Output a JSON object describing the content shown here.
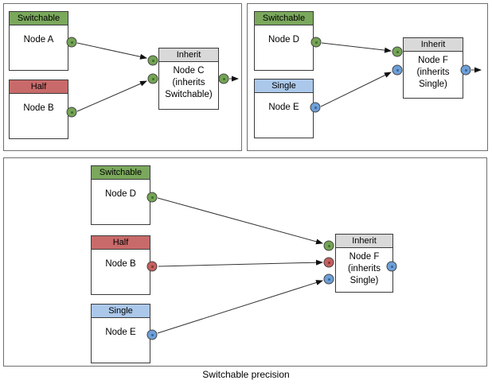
{
  "caption": "Switchable precision",
  "colors": {
    "switchable_header": "#7aa85c",
    "half_header": "#c96a6a",
    "single_header": "#abc8ea",
    "inherit_header": "#d9d9d9",
    "port_green": "#74a455",
    "port_red": "#c55f5f",
    "port_blue": "#6d9fd8",
    "wire": "#333333"
  },
  "panels": {
    "top_left": {
      "node_a": {
        "header": "Switchable",
        "label": "Node A"
      },
      "node_b": {
        "header": "Half",
        "label": "Node B"
      },
      "node_c": {
        "header": "Inherit",
        "body": "Node C\n(inherits\nSwitchable)"
      }
    },
    "top_right": {
      "node_d": {
        "header": "Switchable",
        "label": "Node D"
      },
      "node_e": {
        "header": "Single",
        "label": "Node E"
      },
      "node_f": {
        "header": "Inherit",
        "body": "Node F\n(inherits\nSingle)"
      }
    },
    "bottom": {
      "node_d": {
        "header": "Switchable",
        "label": "Node D"
      },
      "node_b": {
        "header": "Half",
        "label": "Node B"
      },
      "node_e": {
        "header": "Single",
        "label": "Node E"
      },
      "node_f": {
        "header": "Inherit",
        "body": "Node F\n(inherits\nSingle)"
      }
    }
  }
}
